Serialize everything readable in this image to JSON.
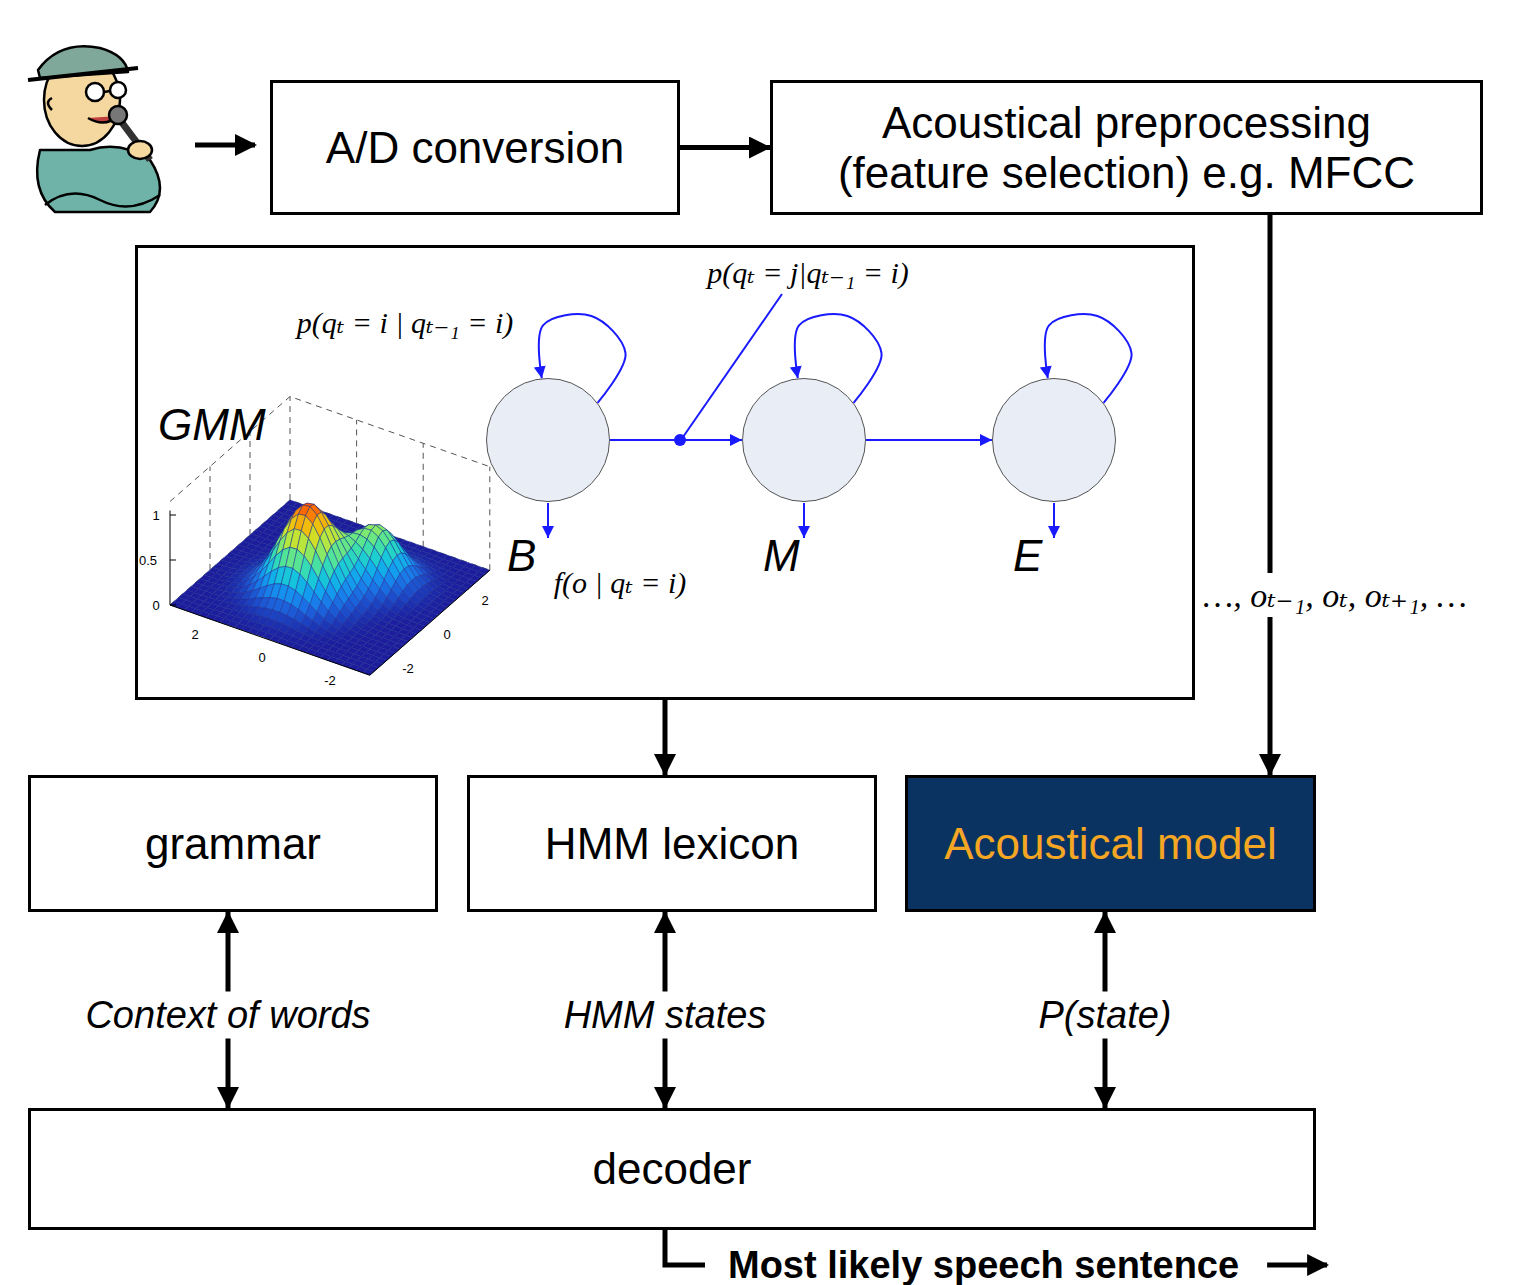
{
  "diagram": {
    "nodes": [
      {
        "text": [
          "A/D conversion"
        ]
      },
      {
        "text": [
          "Acoustical preprocessing (feature selection) e.g. MFCC"
        ]
      },
      {
        "text": [
          "GMM"
        ]
      },
      {
        "text": [
          "B"
        ],
        "in": 2
      },
      {
        "text": [
          "M"
        ],
        "in": 2
      },
      {
        "text": [
          "E"
        ],
        "in": 2
      },
      {
        "text": [
          "grammar"
        ]
      },
      {
        "text": [
          "HMM lexicon"
        ]
      },
      {
        "text": [
          "Acoustical model"
        ]
      },
      {
        "text": [
          "decoder"
        ]
      }
    ],
    "edges": [
      {
        "from": 0,
        "to": 1,
        "arrow": "to"
      },
      {
        "from": 1,
        "to": 8,
        "arrow": "to",
        "label": "…, oₜ₋₁, oₜ, oₜ₊₁, …"
      },
      {
        "from": 2,
        "to": 7,
        "arrow": "to"
      },
      {
        "from": 3,
        "to": 3,
        "arrow": "to"
      },
      {
        "from": 4,
        "to": 4,
        "arrow": "to"
      },
      {
        "from": 5,
        "to": 5,
        "arrow": "to"
      },
      {
        "from": 3,
        "to": 4,
        "arrow": "to"
      },
      {
        "from": 4,
        "to": 5,
        "arrow": "to"
      },
      {
        "from": 6,
        "to": 9,
        "arrow": "both",
        "label": "Context of words"
      },
      {
        "from": 7,
        "to": 9,
        "arrow": "both",
        "label": "HMM states"
      },
      {
        "from": 8,
        "to": 9,
        "arrow": "both",
        "label": "P(state)"
      }
    ],
    "labels": [
      "p(qₜ = i | qₜ₋₁ = i)",
      "p(qₜ = j|qₜ₋₁ = i)",
      "f(o | qₜ = i)",
      "1",
      "0.5",
      "0",
      "2",
      "0",
      "-2",
      "2",
      "0",
      "-2",
      "Most likely speech sentence"
    ]
  }
}
